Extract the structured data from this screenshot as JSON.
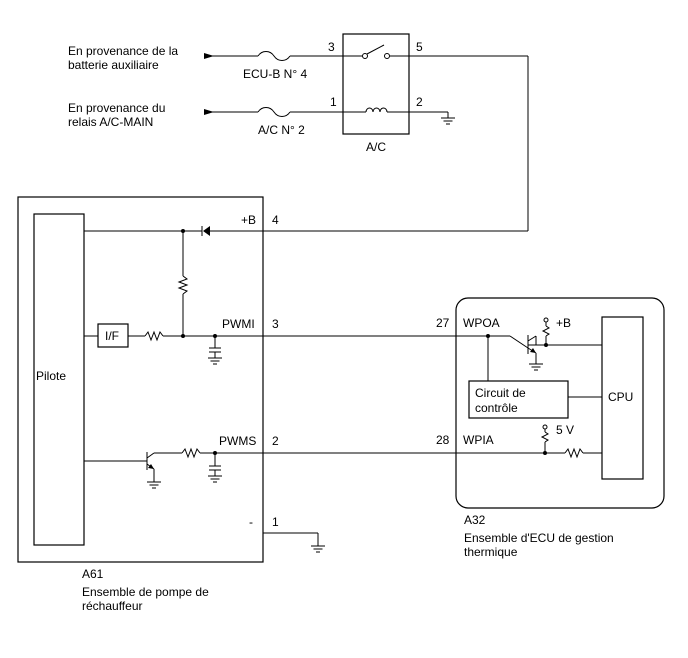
{
  "sources": {
    "aux_battery": [
      "En provenance de la",
      "batterie auxiliaire"
    ],
    "ac_main_relay": [
      "En provenance du",
      "relais A/C-MAIN"
    ]
  },
  "fuses": {
    "ecu_b": "ECU-B N° 4",
    "ac": "A/C N° 2"
  },
  "relay": {
    "name": "A/C",
    "pins": {
      "p3": "3",
      "p5": "5",
      "p1": "1",
      "p2": "2"
    }
  },
  "pump": {
    "code": "A61",
    "name": [
      "Ensemble de pompe de",
      "réchauffeur"
    ],
    "pilot": "Pilote",
    "interface": "I/F",
    "pins": [
      {
        "label": "+B",
        "num": "4"
      },
      {
        "label": "PWMI",
        "num": "3"
      },
      {
        "label": "PWMS",
        "num": "2"
      },
      {
        "label": "-",
        "num": "1"
      }
    ]
  },
  "ecu": {
    "code": "A32",
    "name": [
      "Ensemble d'ECU de gestion",
      "thermique"
    ],
    "cpu": "CPU",
    "control": [
      "Circuit de",
      "contrôle"
    ],
    "pins": [
      {
        "num": "27",
        "label": "WPOA"
      },
      {
        "num": "28",
        "label": "WPIA"
      }
    ],
    "supply_b": "+B",
    "supply_5v": "5 V"
  }
}
